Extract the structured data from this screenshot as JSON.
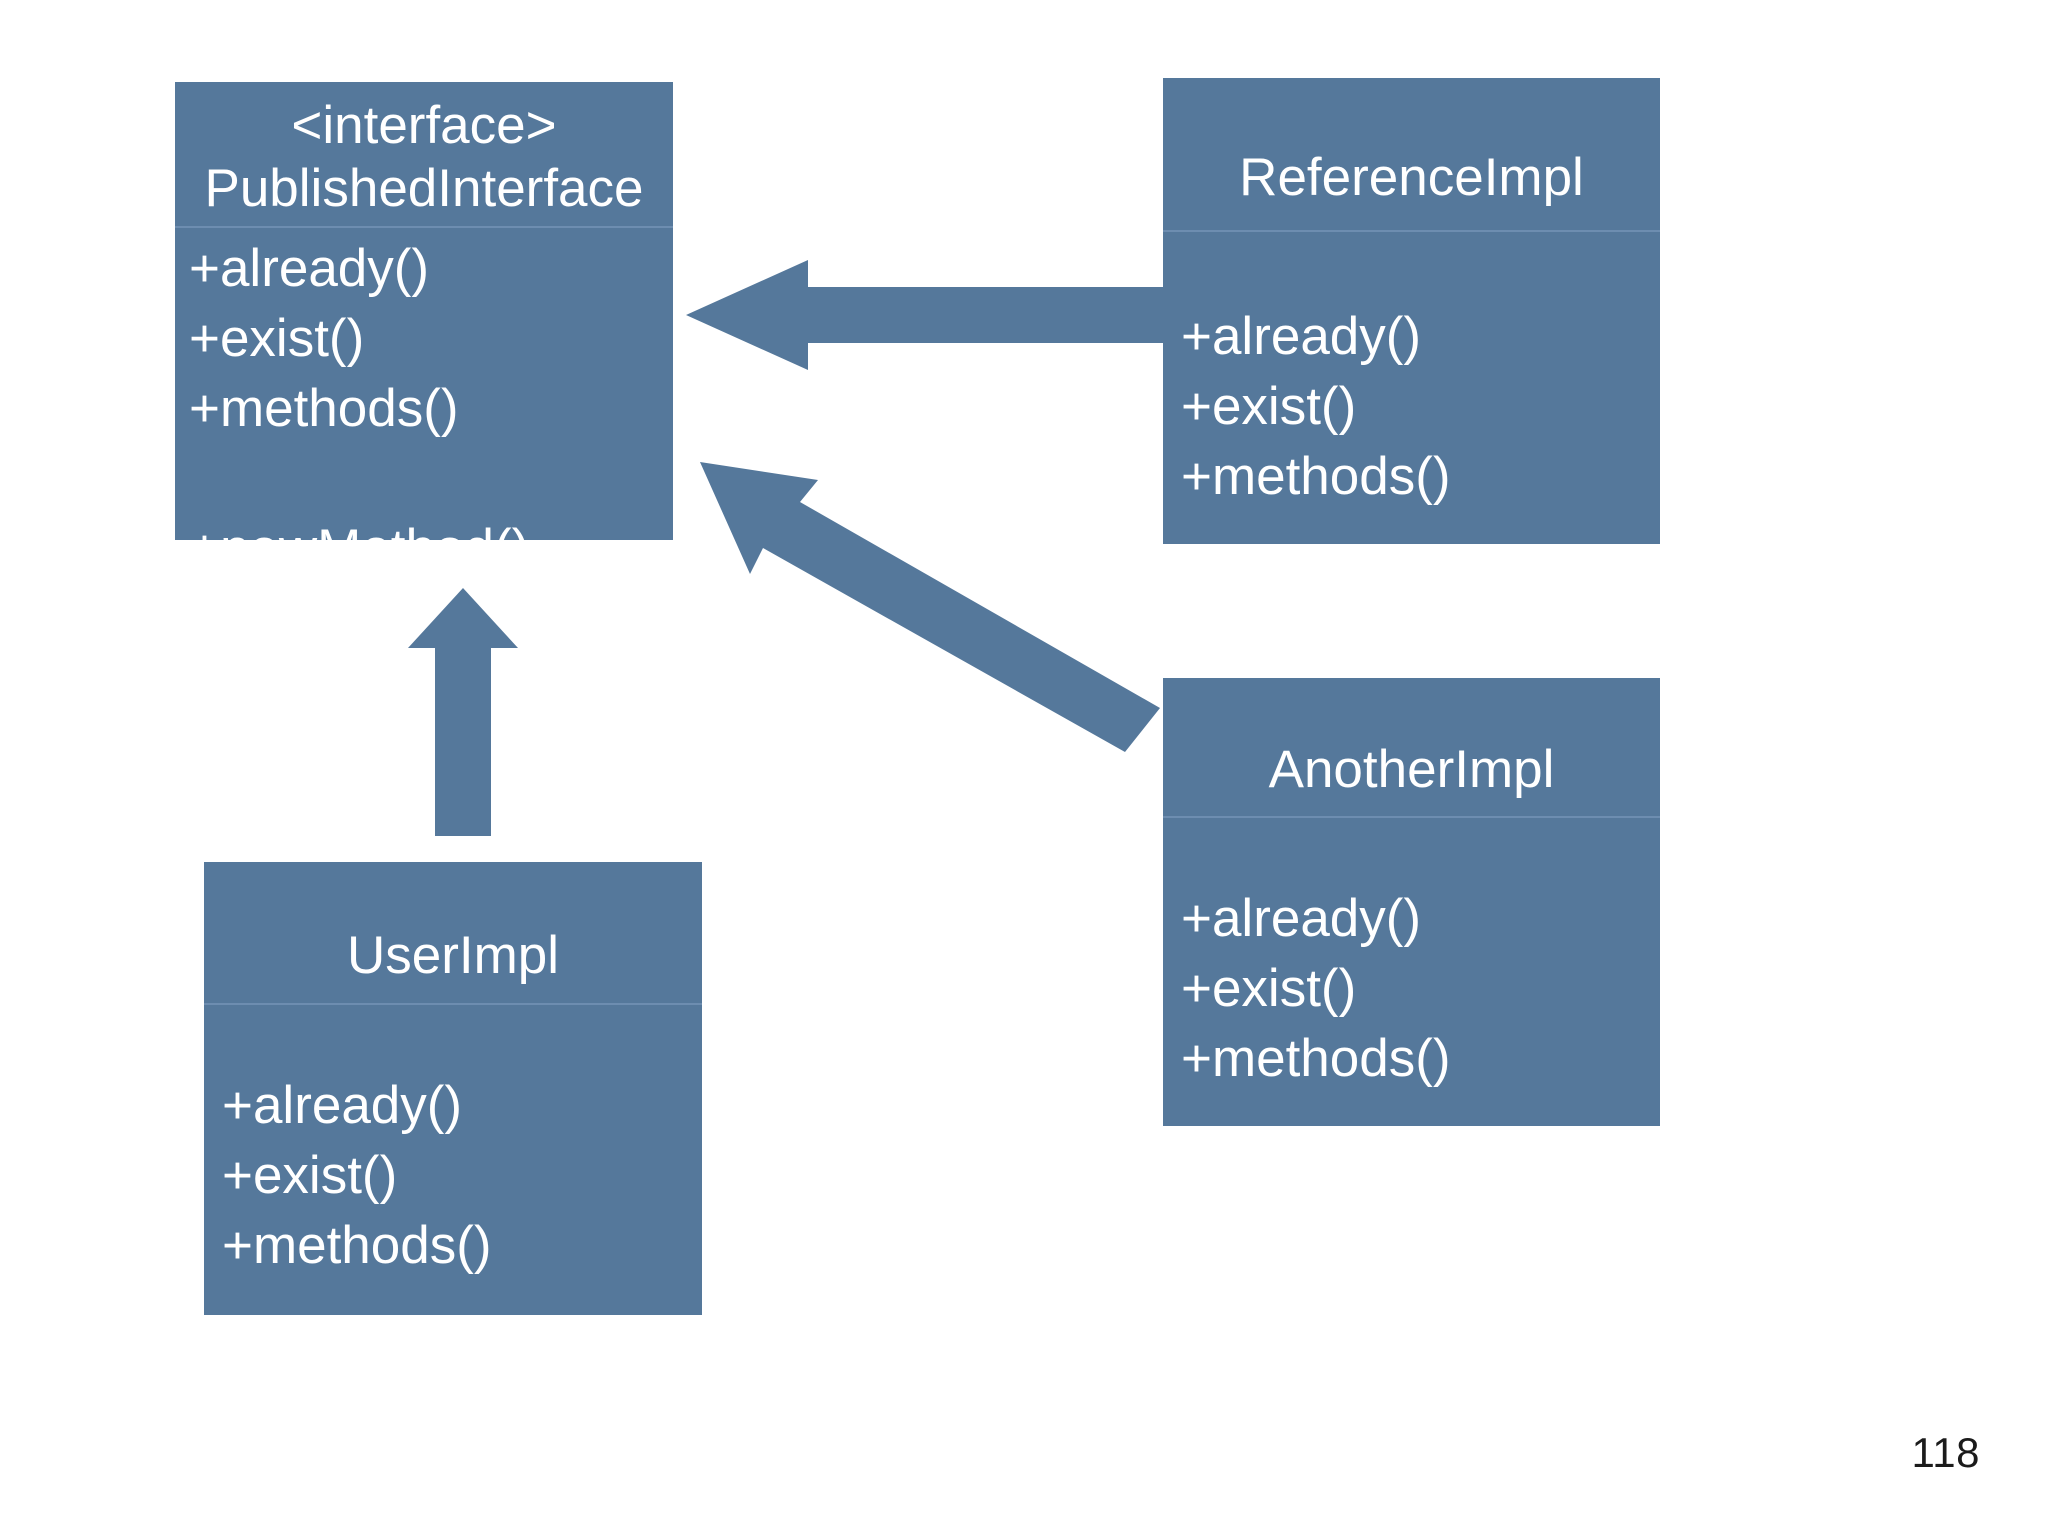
{
  "slide": {
    "page_number": "118",
    "background_color": "#ffffff",
    "box_fill_color": "#55789b",
    "box_text_color": "#ffffff",
    "divider_color": "#6d8db0",
    "arrow_color": "#55789b"
  },
  "diagram": {
    "type": "uml-class-diagram",
    "classes": [
      {
        "id": "published-interface",
        "stereotype": "<interface>",
        "name": "PublishedInterface",
        "members": [
          "+already()",
          "+exist()",
          "+methods()",
          " ",
          "+newMethod()"
        ]
      },
      {
        "id": "reference-impl",
        "stereotype": "",
        "name": "ReferenceImpl",
        "members": [
          "+already()",
          "+exist()",
          "+methods()"
        ]
      },
      {
        "id": "another-impl",
        "stereotype": "",
        "name": "AnotherImpl",
        "members": [
          "+already()",
          "+exist()",
          "+methods()"
        ]
      },
      {
        "id": "user-impl",
        "stereotype": "",
        "name": "UserImpl",
        "members": [
          "+already()",
          "+exist()",
          "+methods()"
        ]
      }
    ],
    "relationships": [
      {
        "id": "reference-to-interface",
        "from": "reference-impl",
        "to": "published-interface",
        "direction": "left",
        "style": "block-arrow"
      },
      {
        "id": "user-to-interface",
        "from": "user-impl",
        "to": "published-interface",
        "direction": "up",
        "style": "block-arrow"
      },
      {
        "id": "another-to-interface",
        "from": "another-impl",
        "to": "published-interface",
        "direction": "up-left",
        "style": "block-arrow"
      }
    ]
  }
}
